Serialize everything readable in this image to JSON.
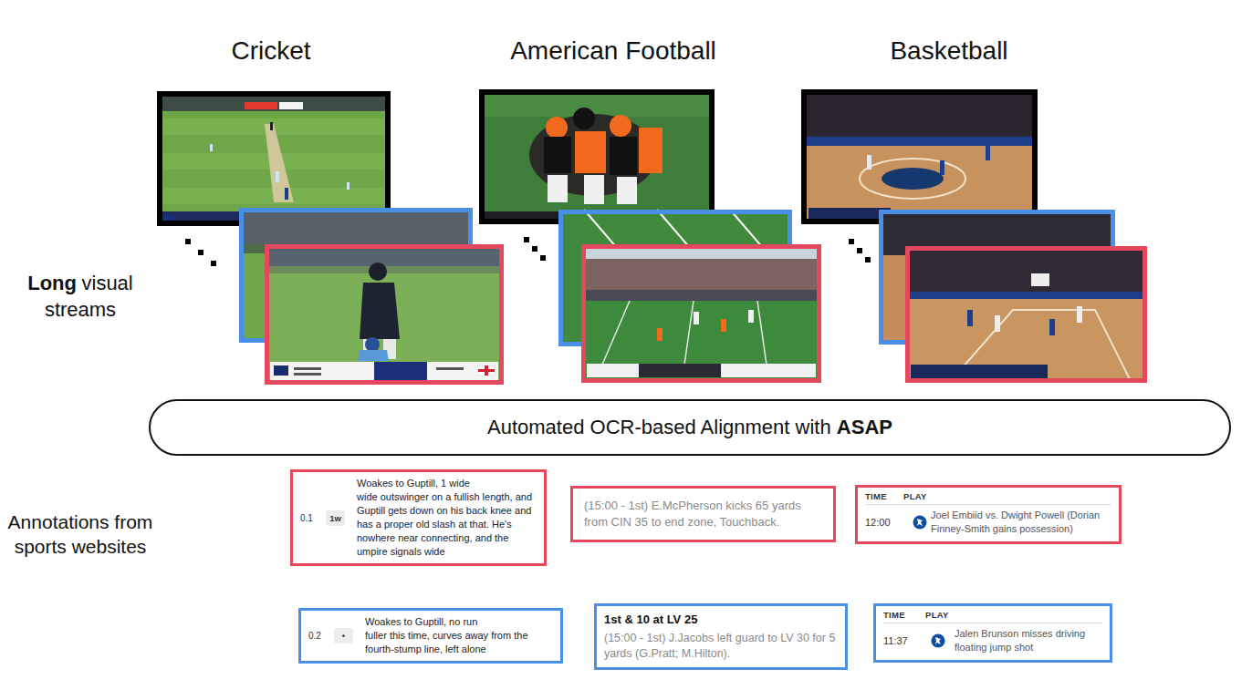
{
  "diagram": {
    "nodes": [
      {
        "text": [
          "Automated OCR-based Alignment with",
          "ASAP"
        ]
      },
      {
        "text": [
          "0.1",
          "1w",
          "Woakes to Guptill, 1 wide",
          "wide outswinger on a fullish length, and Guptill gets down on his back knee and has a proper old slash at that. He's nowhere near connecting, and the umpire signals wide"
        ]
      },
      {
        "text": [
          "(15:00 - 1st) E.McPherson kicks 65 yards from CIN 35 to end zone, Touchback."
        ]
      },
      {
        "text": [
          "TIME",
          "PLAY",
          "12:00",
          "Joel Embiid vs. Dwight Powell (Dorian Finney-Smith gains possession)"
        ]
      },
      {
        "text": [
          "0.2",
          "•",
          "Woakes to Guptill, no run",
          "fuller this time, curves away from the fourth-stump line, left alone"
        ]
      },
      {
        "text": [
          "1st & 10 at LV 25",
          "(15:00 - 1st) J.Jacobs left guard to LV 30 for 5 yards (G.Pratt; M.Hilton)."
        ]
      },
      {
        "text": [
          "TIME",
          "PLAY",
          "11:37",
          "Jalen Brunson misses driving floating jump shot"
        ]
      }
    ],
    "labels": [
      "Cricket",
      "American Football",
      "Basketball",
      "Long",
      "visual streams",
      "Annotations from sports websites"
    ]
  }
}
